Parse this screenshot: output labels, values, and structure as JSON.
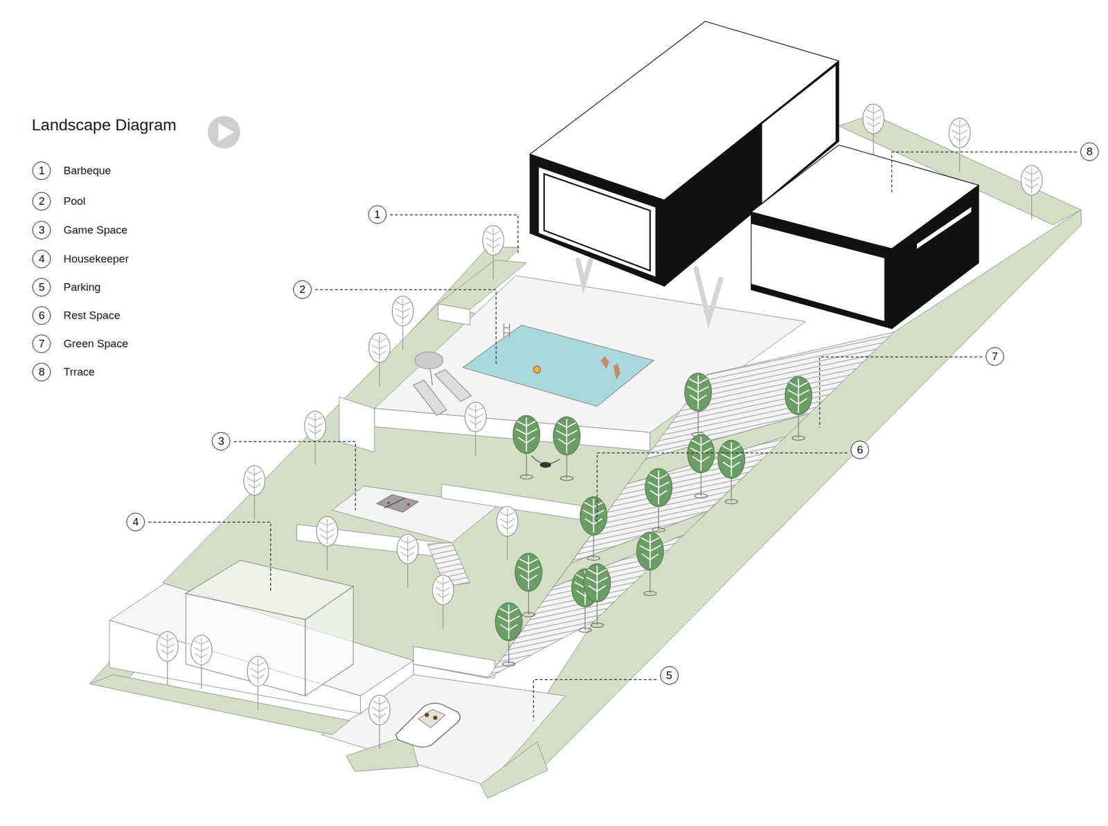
{
  "diagram": {
    "title": "Landscape Diagram",
    "nodes": [
      {
        "text": [
          "1"
        ]
      },
      {
        "text": [
          "2"
        ]
      },
      {
        "text": [
          "3"
        ]
      },
      {
        "text": [
          "4"
        ]
      },
      {
        "text": [
          "5"
        ]
      },
      {
        "text": [
          "6"
        ]
      },
      {
        "text": [
          "7"
        ]
      },
      {
        "text": [
          "8"
        ]
      },
      {
        "text": [
          "1"
        ]
      },
      {
        "text": [
          "2"
        ]
      },
      {
        "text": [
          "3"
        ]
      },
      {
        "text": [
          "4"
        ]
      },
      {
        "text": [
          "5"
        ]
      },
      {
        "text": [
          "6"
        ]
      },
      {
        "text": [
          "7"
        ]
      },
      {
        "text": [
          "8"
        ]
      }
    ],
    "legend": [
      {
        "text": "Barbeque"
      },
      {
        "text": "Pool"
      },
      {
        "text": "Game Space"
      },
      {
        "text": "Housekeeper"
      },
      {
        "text": "Parking"
      },
      {
        "text": "Rest Space"
      },
      {
        "text": "Green Space"
      },
      {
        "text": "Trrace"
      }
    ]
  }
}
